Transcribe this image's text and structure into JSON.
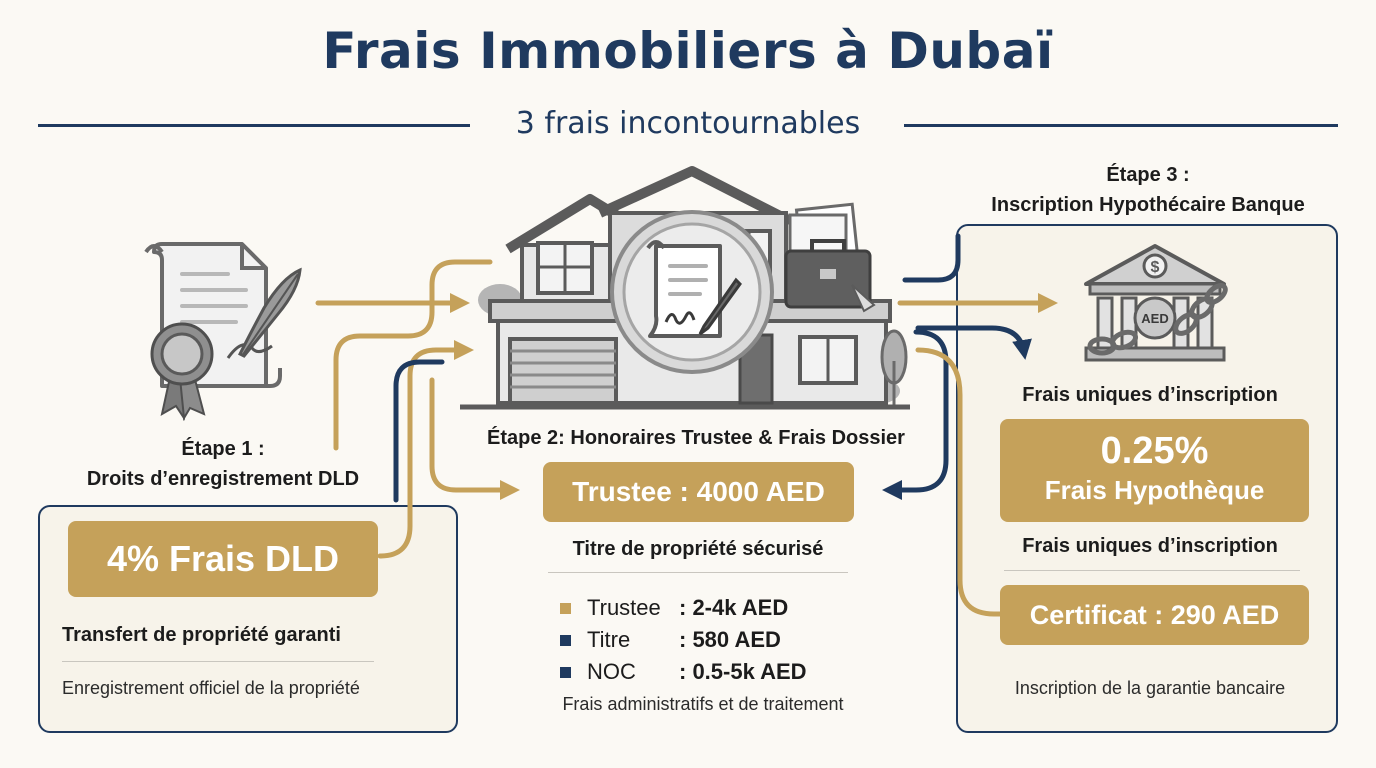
{
  "header": {
    "title": "Frais Immobiliers à Dubaï",
    "subtitle": "3 frais incontournables"
  },
  "colors": {
    "navy": "#1f3a5f",
    "gold": "#c5a15a",
    "panel": "#f7f3ea"
  },
  "icons": [
    "contract-with-seal-icon",
    "house-icon",
    "signed-document-icon",
    "briefcase-icon",
    "bank-with-chain-icon"
  ],
  "step1": {
    "label_line1": "Étape 1 :",
    "label_line2": "Droits d’enregistrement DLD",
    "fee": "4% Frais DLD",
    "headline": "Transfert de propriété garanti",
    "note": "Enregistrement officiel de la propriété"
  },
  "step2": {
    "label": "Étape 2: Honoraires Trustee & Frais Dossier",
    "fee": "Trustee : 4000 AED",
    "headline": "Titre de propriété sécurisé",
    "items": [
      {
        "label": "Trustee",
        "value": ": 2-4k AED",
        "color": "#c5a15a"
      },
      {
        "label": "Titre",
        "value": ": 580 AED",
        "color": "#1f3a5f"
      },
      {
        "label": "NOC",
        "value": ": 0.5-5k AED",
        "color": "#1f3a5f"
      }
    ],
    "note": "Frais administratifs et de traitement"
  },
  "step3": {
    "label_line1": "Étape 3 :",
    "label_line2": "Inscription Hypothécaire Banque",
    "bank_badge": "AED",
    "caption_top": "Frais uniques d’inscription",
    "fee_rate": "0.25%",
    "fee_label": "Frais Hypothèque",
    "caption_mid": "Frais uniques d’inscription",
    "certificate": "Certificat : 290 AED",
    "note": "Inscription de la garantie bancaire"
  }
}
